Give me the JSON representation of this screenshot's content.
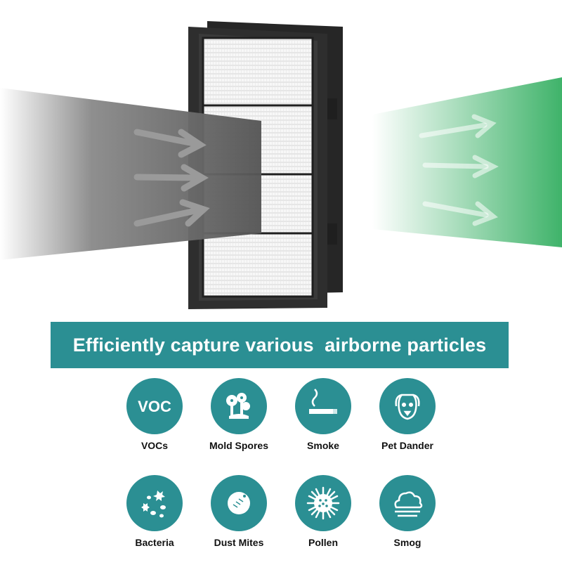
{
  "banner": {
    "text": "Efficiently capture various  airborne particles"
  },
  "particles": [
    {
      "label": "VOCs",
      "icon": "voc-icon",
      "icon_text": "VOC"
    },
    {
      "label": "Mold Spores",
      "icon": "mold-spores-icon"
    },
    {
      "label": "Smoke",
      "icon": "cigarette-smoke-icon"
    },
    {
      "label": "Pet Dander",
      "icon": "dog-head-icon"
    },
    {
      "label": "Bacteria",
      "icon": "bacteria-icon"
    },
    {
      "label": "Dust Mites",
      "icon": "dust-mite-icon"
    },
    {
      "label": "Pollen",
      "icon": "pollen-icon"
    },
    {
      "label": "Smog",
      "icon": "smog-cloud-icon"
    }
  ],
  "colors": {
    "accent": "#2b8f93",
    "dirty_air": "#5a5a5a",
    "clean_air": "#3fb36a",
    "filter_frame": "#2a2a2a",
    "filter_media": "#f4f4f4"
  }
}
